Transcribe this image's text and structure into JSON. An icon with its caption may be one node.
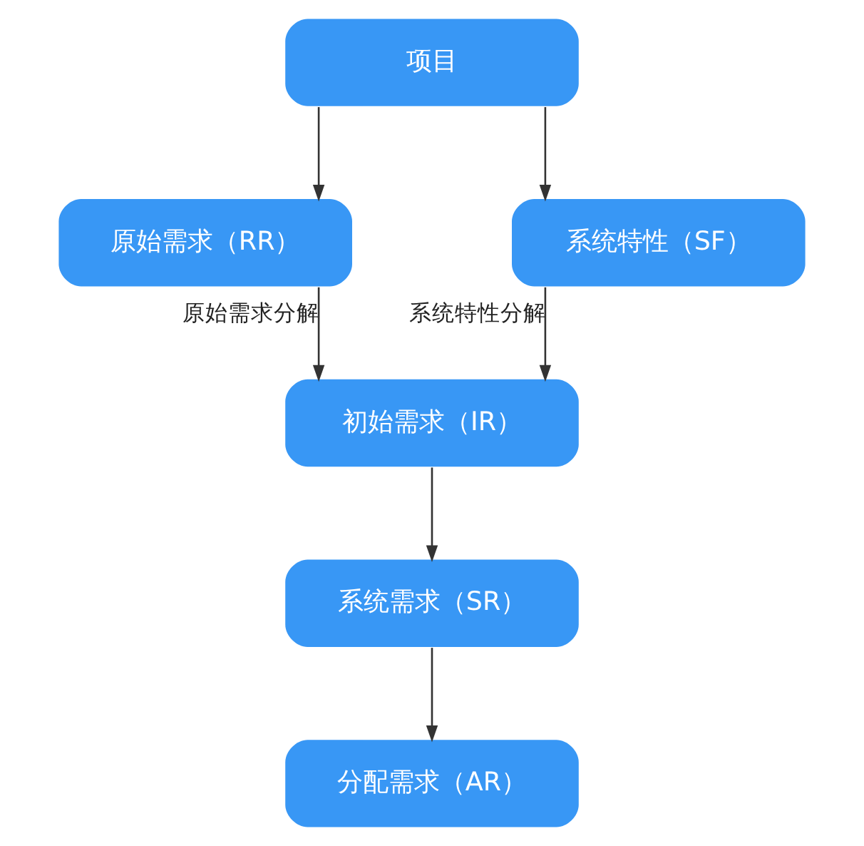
{
  "diagram": {
    "nodes": [
      {
        "text": [
          "项目"
        ]
      },
      {
        "text": [
          "原始需求（RR）"
        ]
      },
      {
        "text": [
          "系统特性（SF）"
        ]
      },
      {
        "text": [
          "初始需求（IR）"
        ]
      },
      {
        "text": [
          "系统需求（SR）"
        ]
      },
      {
        "text": [
          "分配需求（AR）"
        ]
      }
    ],
    "edges": [
      {
        "from": 0,
        "to": 1,
        "arrow": "to"
      },
      {
        "from": 0,
        "to": 2,
        "arrow": "to"
      },
      {
        "from": 1,
        "to": 3,
        "arrow": "to",
        "label": "原始需求分解"
      },
      {
        "from": 2,
        "to": 3,
        "arrow": "to",
        "label": "系统特性分解"
      },
      {
        "from": 3,
        "to": 4,
        "arrow": "to"
      },
      {
        "from": 4,
        "to": 5,
        "arrow": "to"
      }
    ]
  }
}
